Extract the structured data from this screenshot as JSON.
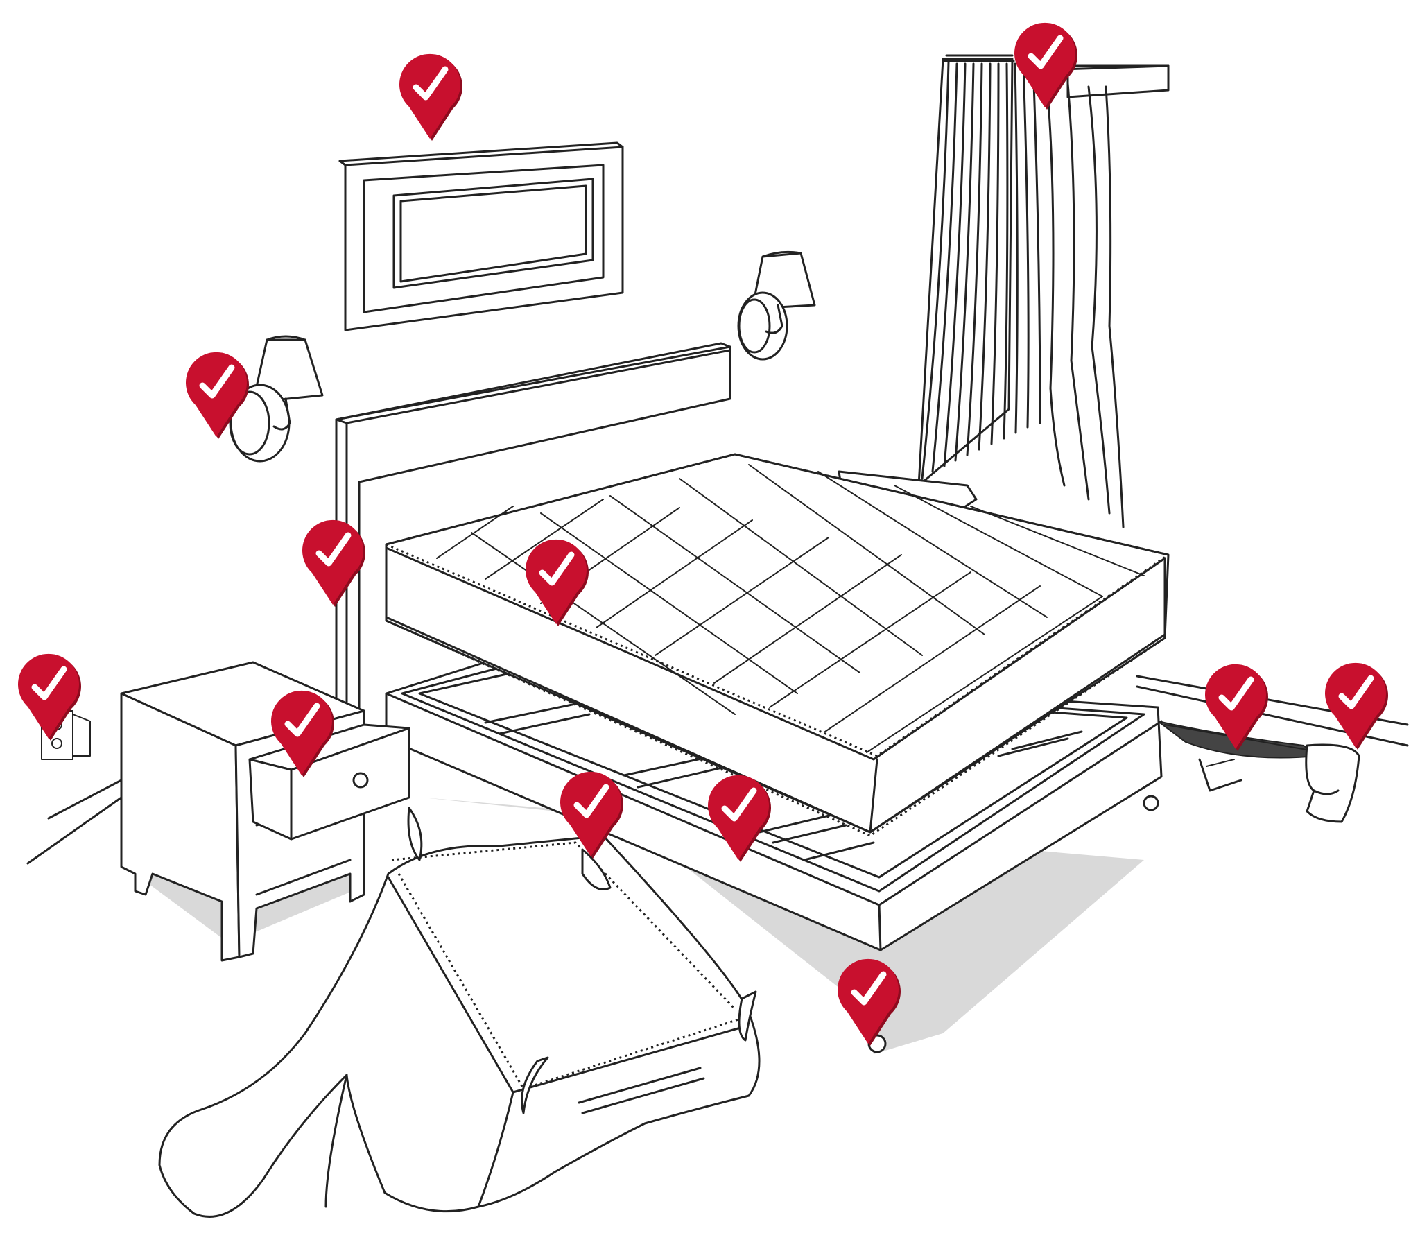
{
  "colors": {
    "pin": "#c8102e",
    "pin_dark": "#8e0b1f",
    "check": "#ffffff",
    "line": "#222222",
    "shadow": "#d9d9d9"
  },
  "pin_icon": "check-icon",
  "pins": [
    {
      "name": "pin-picture-frame"
    },
    {
      "name": "pin-curtain-rod"
    },
    {
      "name": "pin-wall-lamp"
    },
    {
      "name": "pin-headboard"
    },
    {
      "name": "pin-mattress-top"
    },
    {
      "name": "pin-electrical-outlet"
    },
    {
      "name": "pin-nightstand-drawer"
    },
    {
      "name": "pin-box-spring-underside"
    },
    {
      "name": "pin-bed-slats"
    },
    {
      "name": "pin-carpet-edge"
    },
    {
      "name": "pin-wallpaper-peel"
    },
    {
      "name": "pin-bed-leg"
    }
  ]
}
